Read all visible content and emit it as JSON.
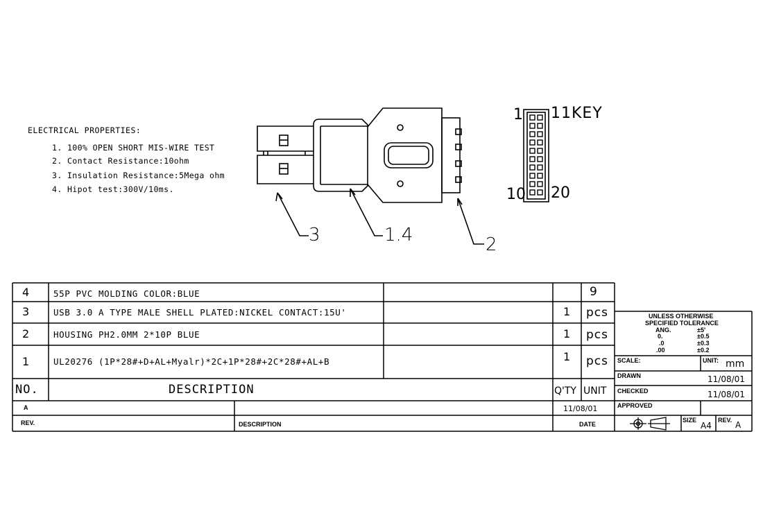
{
  "electrical": {
    "title": "ELECTRICAL PROPERTIES:",
    "items": [
      "1. 100% OPEN SHORT MIS-WIRE TEST",
      "2. Contact Resistance:10ohm",
      "3. Insulation Resistance:5Mega ohm",
      "4. Hipot test:300V/10ms."
    ]
  },
  "callouts": {
    "c3": "3",
    "c14": "1.4",
    "c2": "2"
  },
  "pinout": {
    "pin1": "1",
    "pin11": "11KEY",
    "pin10": "10",
    "pin20": "20"
  },
  "bom": {
    "rows": [
      {
        "no": "4",
        "desc": "55P PVC MOLDING  COLOR:BLUE",
        "qty": "",
        "unit": "9"
      },
      {
        "no": "3",
        "desc": "USB 3.0 A TYPE MALE  SHELL PLATED:NICKEL CONTACT:15U'",
        "qty": "1",
        "unit": "pcs"
      },
      {
        "no": "2",
        "desc": "HOUSING PH2.0MM 2*10P BLUE",
        "qty": "1",
        "unit": "pcs"
      },
      {
        "no": "1",
        "desc": "UL20276 (1P*28#+D+AL+Myalr)*2C+1P*28#+2C*28#+AL+B",
        "qty": "1",
        "unit": "pcs"
      }
    ],
    "header": {
      "no": "NO.",
      "desc": "DESCRIPTION",
      "qty": "Q'TY",
      "unit": "UNIT"
    }
  },
  "revision": {
    "rev_value": "A",
    "date_value": "11/08/01",
    "rev_label": "REV.",
    "desc_label": "DESCRIPTION",
    "date_label": "DATE"
  },
  "title_block": {
    "tolerance_title_1": "UNLESS OTHERWISE",
    "tolerance_title_2": "SPECIFIED TOLERANCE",
    "ang_label": "ANG.",
    "ang_value": "±5'",
    "d0_label": "0.",
    "d0_value": "±0.5",
    "d1_label": ".0",
    "d1_value": "±0.3",
    "d2_label": ".00",
    "d2_value": "±0.2",
    "scale_label": "SCALE:",
    "unit_label": "UNIT:",
    "unit_value": "mm",
    "drawn_label": "DRAWN",
    "drawn_date": "11/08/01",
    "checked_label": "CHECKED",
    "checked_date": "11/08/01",
    "approved_label": "APPROVED",
    "size_label": "SIZE",
    "size_value": "A4",
    "rev_label": "REV.",
    "rev_value": "A"
  }
}
